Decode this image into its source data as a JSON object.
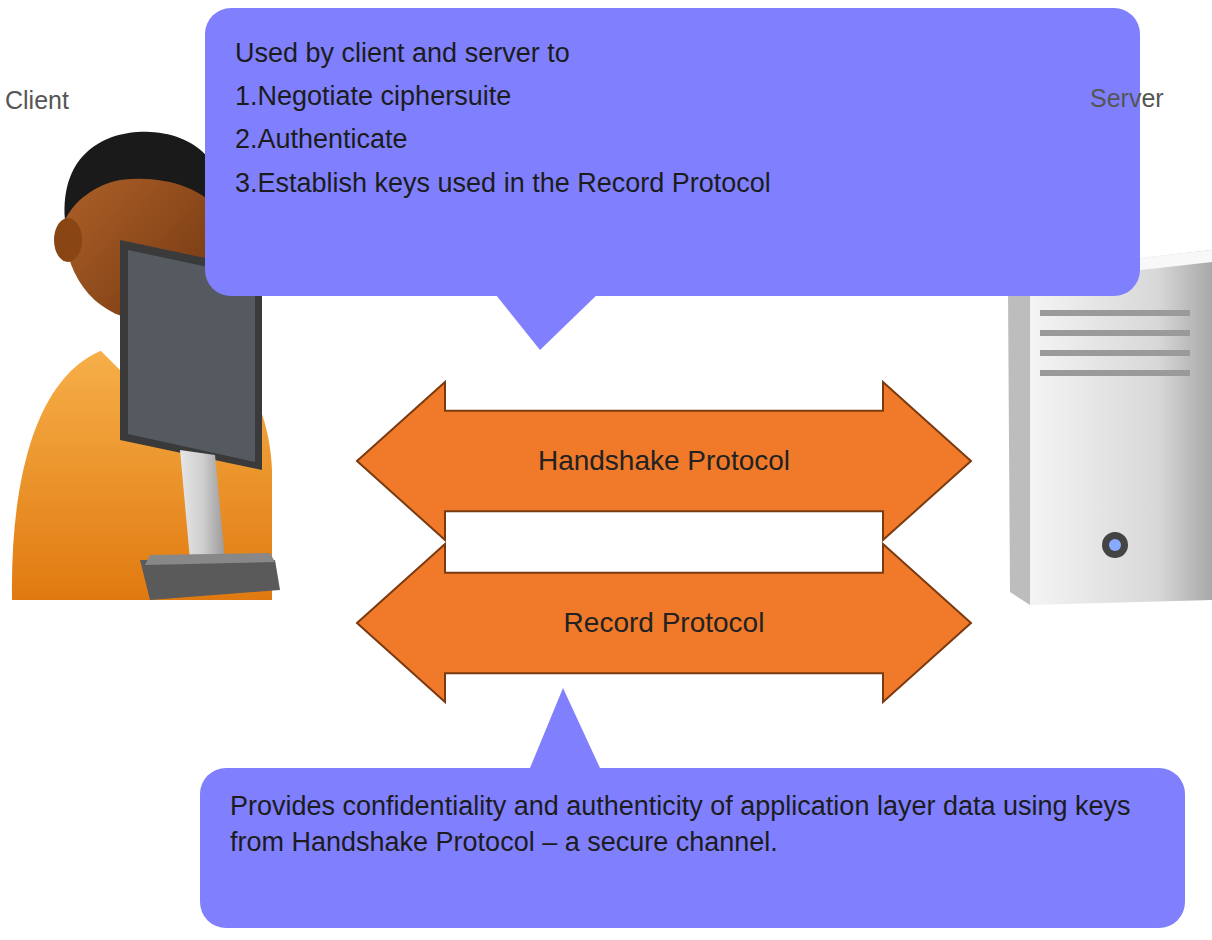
{
  "diagram": {
    "nodes": [
      {
        "text": [
          "Used by client and server to",
          "1.Negotiate ciphersuite",
          "2.Authenticate",
          "3.Establish keys used in the Record Protocol"
        ]
      },
      {
        "text": [
          "Client"
        ]
      },
      {
        "text": [
          "Handshake Protocol"
        ]
      },
      {
        "text": [
          "Server"
        ]
      },
      {
        "text": [
          "Record Protocol"
        ]
      },
      {
        "text": [
          "Provides confidentiality and authenticity of application layer data using keys from Handshake Protocol – a secure channel."
        ]
      }
    ]
  }
}
